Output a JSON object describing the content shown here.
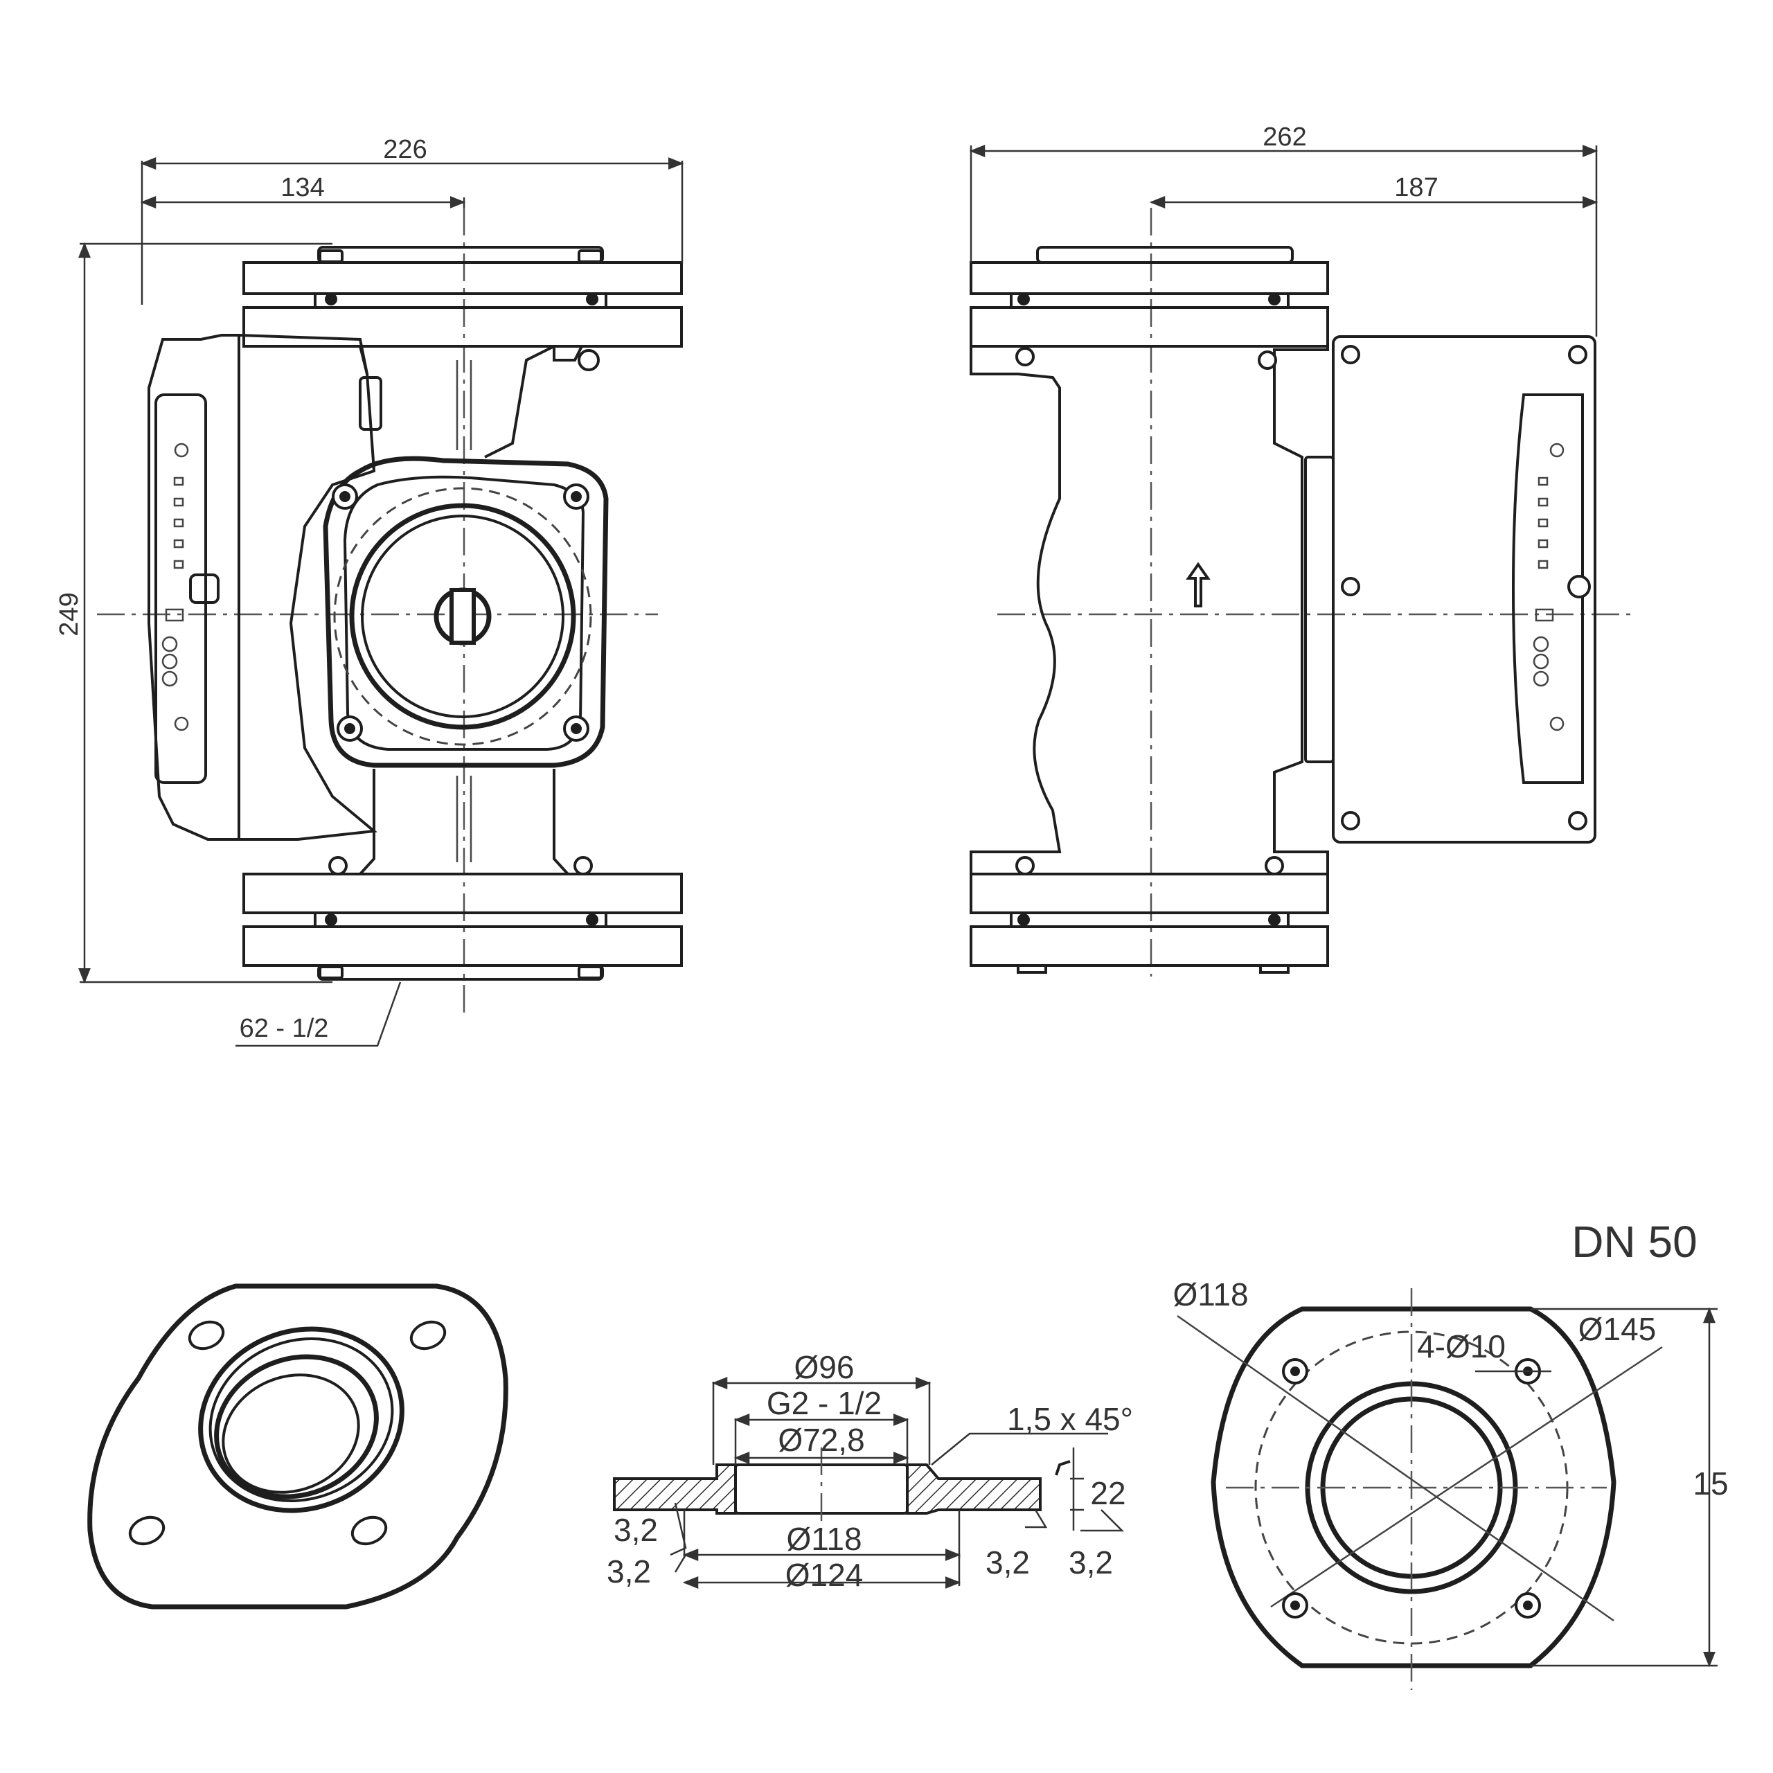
{
  "front_view": {
    "width_total": "226",
    "width_axis": "134",
    "height_total": "249",
    "thread_label": "62 - 1/2"
  },
  "side_view": {
    "width_total": "262",
    "width_axis": "187"
  },
  "flange_section": {
    "outer_dia": "Ø96",
    "thread": "G2 - 1/2",
    "bore_dia": "Ø72,8",
    "chamfer": "1,5 x 45°",
    "thickness": "22",
    "face_dia": "Ø118",
    "flange_dia": "Ø124",
    "roughness_left_top": "3,2",
    "roughness_left_bottom": "3,2",
    "roughness_right_1": "3,2",
    "roughness_right_2": "3,2"
  },
  "flange_top": {
    "title": "DN 50",
    "bolt_circle": "Ø118",
    "holes": "4-Ø10",
    "outer": "Ø145",
    "thickness": "15"
  }
}
